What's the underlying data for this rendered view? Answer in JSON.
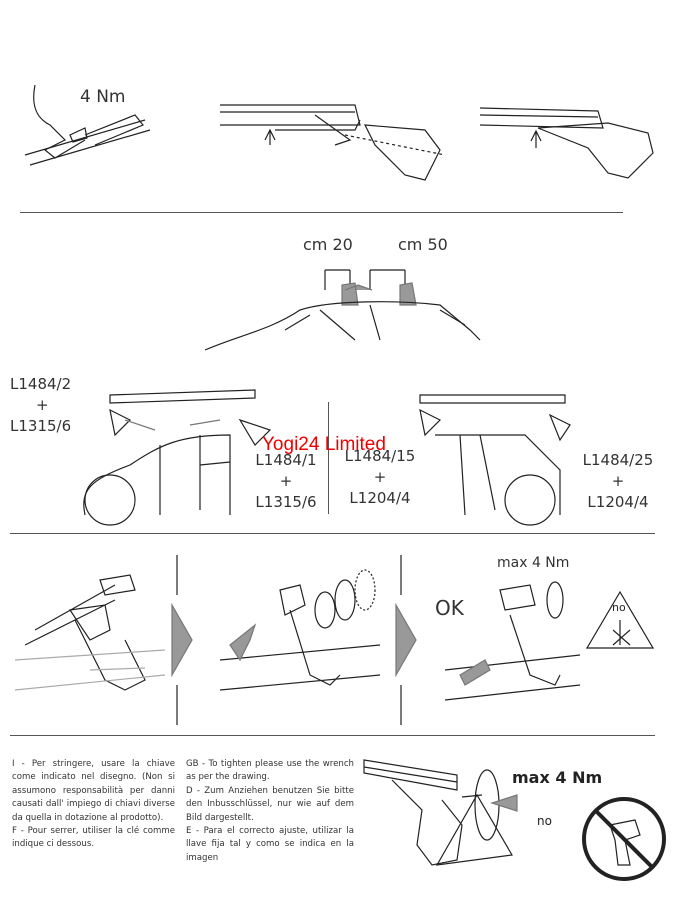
{
  "step1": {
    "torque_label": "4 Nm"
  },
  "step2": {
    "distance_front": "cm 20",
    "distance_rear": "cm 50"
  },
  "step3": {
    "left_front_kit": {
      "part_a": "L1484/2",
      "plus": "+",
      "part_b": "L1315/6"
    },
    "left_rear_kit": {
      "part_a": "L1484/1",
      "plus": "+",
      "part_b": "L1315/6"
    },
    "right_front_kit": {
      "part_a": "L1484/15",
      "plus": "+",
      "part_b": "L1204/4"
    },
    "right_rear_kit": {
      "part_a": "L1484/25",
      "plus": "+",
      "part_b": "L1204/4"
    }
  },
  "watermark": "Yogi24 Limited",
  "step4": {
    "ok_label": "OK",
    "torque_label": "max 4 Nm",
    "no_label": "no"
  },
  "instructions": {
    "it": "I - Per stringere, usare la chiave come indicato nel disegno. (Non si assumono responsabilità per danni causati dall' impiego di chiavi diverse da quella in dotazione al prodotto).",
    "fr": "F - Pour serrer, utiliser la clé comme indique ci dessous.",
    "gb": "GB - To tighten please use the wrench as per the drawing.",
    "de": "D - Zum Anziehen benutzen Sie bitte den Inbusschlüssel, nur wie auf dem Bild dargestellt.",
    "es": "E - Para el correcto ajuste, utilizar la llave fija tal y como se indica en la imagen"
  },
  "final": {
    "torque_label": "max 4 Nm",
    "no_label": "no"
  }
}
